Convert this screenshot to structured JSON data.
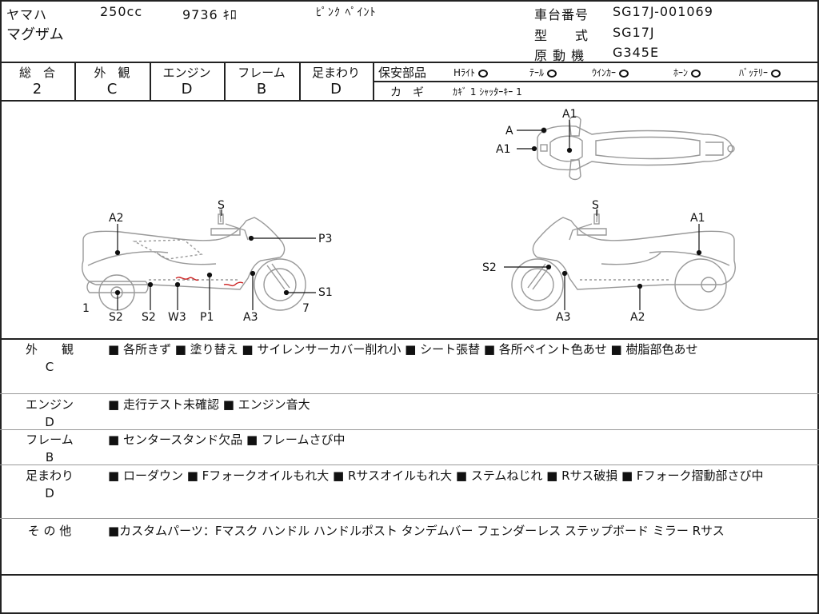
{
  "header": {
    "maker": "ヤマハ",
    "displacement": "250cc",
    "mileage": "9736 ｷﾛ",
    "color": "ﾋﾟﾝｸ ﾍﾟｲﾝﾄ",
    "model_name": "マグザム",
    "frame_no_label": "車台番号",
    "frame_no": "SG17J-001069",
    "type_label": "型　　式",
    "type_value": "SG17J",
    "engine_label": "原 動 機",
    "engine_value": "G345E"
  },
  "grades": [
    {
      "label": "総　合",
      "value": "2"
    },
    {
      "label": "外　観",
      "value": "C"
    },
    {
      "label": "エンジン",
      "value": "D"
    },
    {
      "label": "フレーム",
      "value": "B"
    },
    {
      "label": "足まわり",
      "value": "D"
    }
  ],
  "safety": {
    "label": "保安部品",
    "items": [
      {
        "name": "Hﾗｲﾄ",
        "mark": "○"
      },
      {
        "name": "ﾃｰﾙ",
        "mark": "○"
      },
      {
        "name": "ｳｲﾝｶｰ",
        "mark": "○"
      },
      {
        "name": "ﾎｰﾝ",
        "mark": "○"
      },
      {
        "name": "ﾊﾞｯﾃﾘｰ",
        "mark": "○"
      }
    ],
    "key_label": "カ　ギ",
    "key_value": "ｶｷﾞ 1 ｼｬｯﾀｰｷｰ 1"
  },
  "diagram_labels": {
    "top_a": "A",
    "top_a1_left": "A1",
    "top_a1_center": "A1",
    "left_a2": "A2",
    "left_s": "S",
    "left_p3": "P3",
    "left_s1": "S1",
    "left_1": "1",
    "left_7": "7",
    "left_s2a": "S2",
    "left_s2b": "S2",
    "left_w3": "W3",
    "left_p1": "P1",
    "left_a3": "A3",
    "right_s": "S",
    "right_a1": "A1",
    "right_s2": "S2",
    "right_a3": "A3",
    "right_a2": "A2"
  },
  "sections": [
    {
      "label": "外　　観",
      "grade": "C",
      "text": "■ 各所きず ■ 塗り替え ■ サイレンサーカバー削れ小 ■ シート張替 ■ 各所ペイント色あせ ■ 樹脂部色あせ"
    },
    {
      "label": "エンジン",
      "grade": "D",
      "text": "■ 走行テスト未確認 ■ エンジン音大"
    },
    {
      "label": "フレーム",
      "grade": "B",
      "text": "■ センタースタンド欠品 ■ フレームさび中"
    },
    {
      "label": "足まわり",
      "grade": "D",
      "text": "■ ローダウン ■ Fフォークオイルもれ大 ■ Rサスオイルもれ大 ■ ステムねじれ ■ Rサス破損 ■ Fフォーク摺動部さび中"
    },
    {
      "label": "そ の 他",
      "grade": "",
      "text": "■カスタムパーツ：Fマスク ハンドル ハンドルポスト タンデムバー フェンダーレス ステップボード ミラー Rサス"
    }
  ]
}
